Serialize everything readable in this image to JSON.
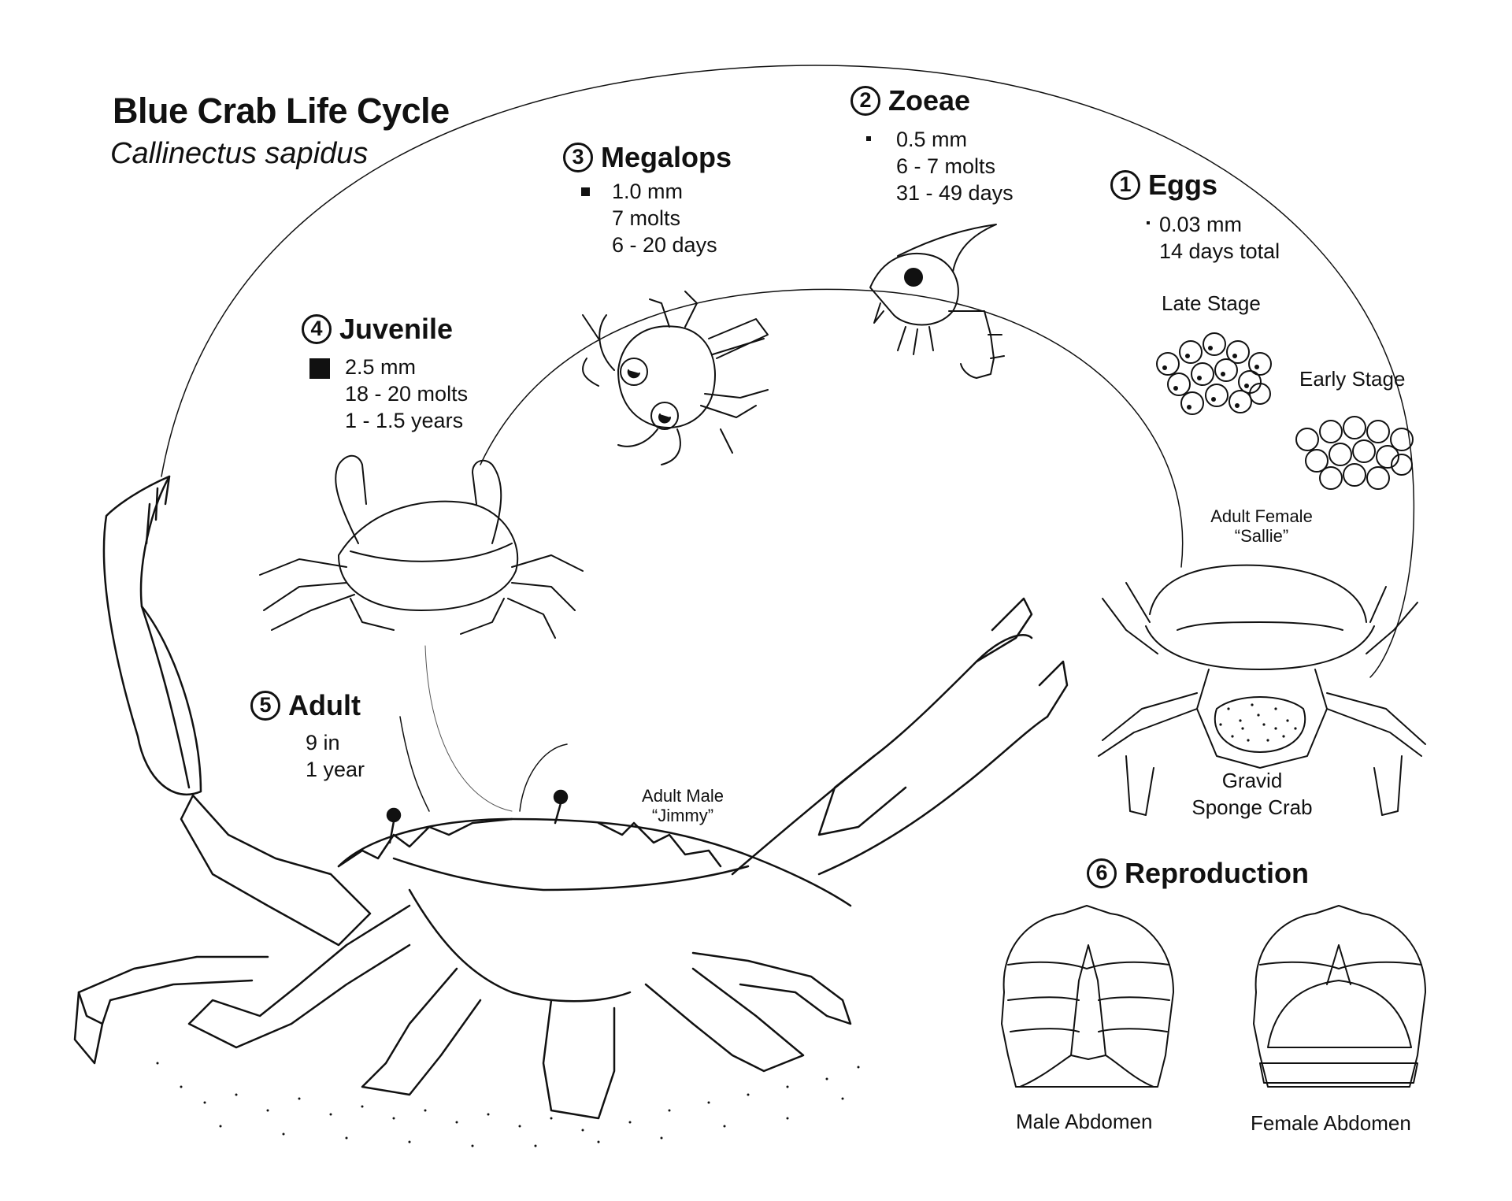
{
  "title": "Blue Crab Life Cycle",
  "subtitle": "Callinectus sapidus",
  "stages": {
    "eggs": {
      "number": "1",
      "name": "Eggs",
      "lines": [
        "0.03 mm",
        "14 days total"
      ]
    },
    "zoeae": {
      "number": "2",
      "name": "Zoeae",
      "lines": [
        "0.5 mm",
        "6 - 7 molts",
        "31 - 49 days"
      ]
    },
    "megalops": {
      "number": "3",
      "name": "Megalops",
      "lines": [
        "1.0 mm",
        "7 molts",
        "6 - 20 days"
      ]
    },
    "juvenile": {
      "number": "4",
      "name": "Juvenile",
      "lines": [
        "2.5 mm",
        "18 - 20 molts",
        "1 - 1.5 years"
      ]
    },
    "adult": {
      "number": "5",
      "name": "Adult",
      "lines": [
        "9 in",
        "1 year"
      ]
    },
    "reproduction": {
      "number": "6",
      "name": "Reproduction"
    }
  },
  "labels": {
    "late_stage": "Late Stage",
    "early_stage": "Early Stage",
    "adult_female": "Adult Female",
    "adult_female_nick": "“Sallie”",
    "adult_male": "Adult Male",
    "adult_male_nick": "“Jimmy”",
    "gravid": "Gravid",
    "sponge_crab": "Sponge Crab",
    "male_abdomen": "Male Abdomen",
    "female_abdomen": "Female Abdomen"
  },
  "icons": [
    "zoea-illustration",
    "megalops-illustration",
    "juvenile-crab-illustration",
    "adult-male-crab-illustration",
    "sponge-crab-illustration",
    "egg-cluster-icon",
    "abdomen-icon"
  ],
  "colors": {
    "ink": "#111111",
    "background": "#ffffff"
  }
}
